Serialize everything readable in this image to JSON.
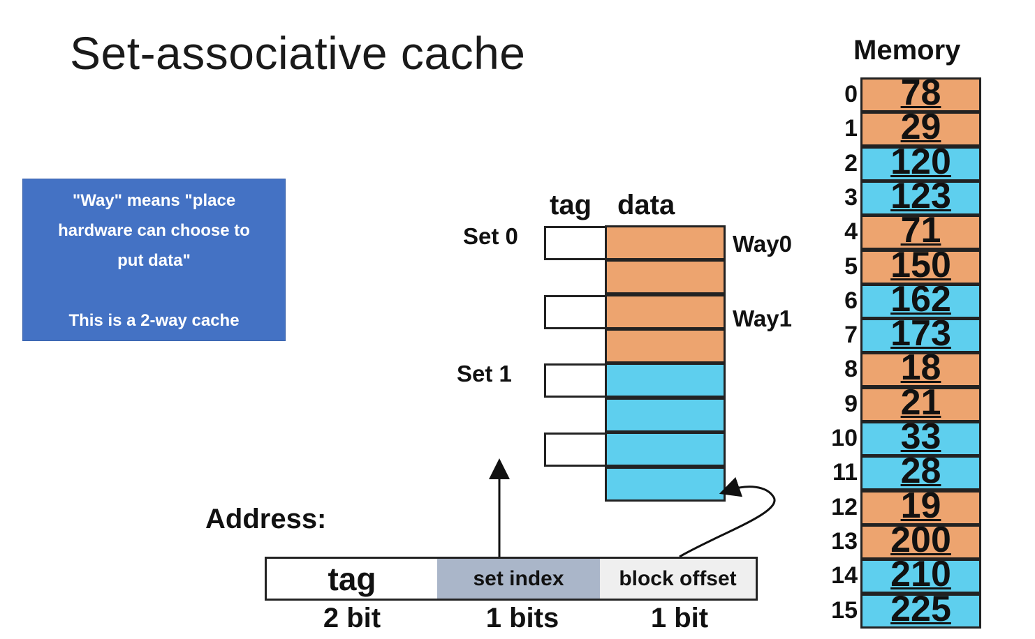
{
  "title": "Set-associative cache",
  "note": {
    "lines": [
      "\"Way\" means \"place",
      "hardware can choose to",
      "put data\""
    ],
    "footer": "This is a 2-way cache"
  },
  "cache": {
    "tag_header": "tag",
    "data_header": "data",
    "sets": [
      "Set 0",
      "Set 1"
    ],
    "ways": [
      "Way0",
      "Way1"
    ]
  },
  "address": {
    "label": "Address:",
    "fields": [
      {
        "name": "tag",
        "bits": "2 bit"
      },
      {
        "name": "set index",
        "bits": "1 bits"
      },
      {
        "name": "block offset",
        "bits": "1 bit"
      }
    ]
  },
  "memory": {
    "label": "Memory",
    "indices": [
      "0",
      "1",
      "2",
      "3",
      "4",
      "5",
      "6",
      "7",
      "8",
      "9",
      "10",
      "11",
      "12",
      "13",
      "14",
      "15"
    ],
    "values": [
      "78",
      "29",
      "120",
      "123",
      "71",
      "150",
      "162",
      "173",
      "18",
      "21",
      "33",
      "28",
      "19",
      "200",
      "210",
      "225"
    ]
  },
  "colors": {
    "set0": "#eda46f",
    "set1": "#5ecfee",
    "note_bg": "#4472c4",
    "set_index_bg": "#aab6c9",
    "block_offset_bg": "#efefef"
  }
}
